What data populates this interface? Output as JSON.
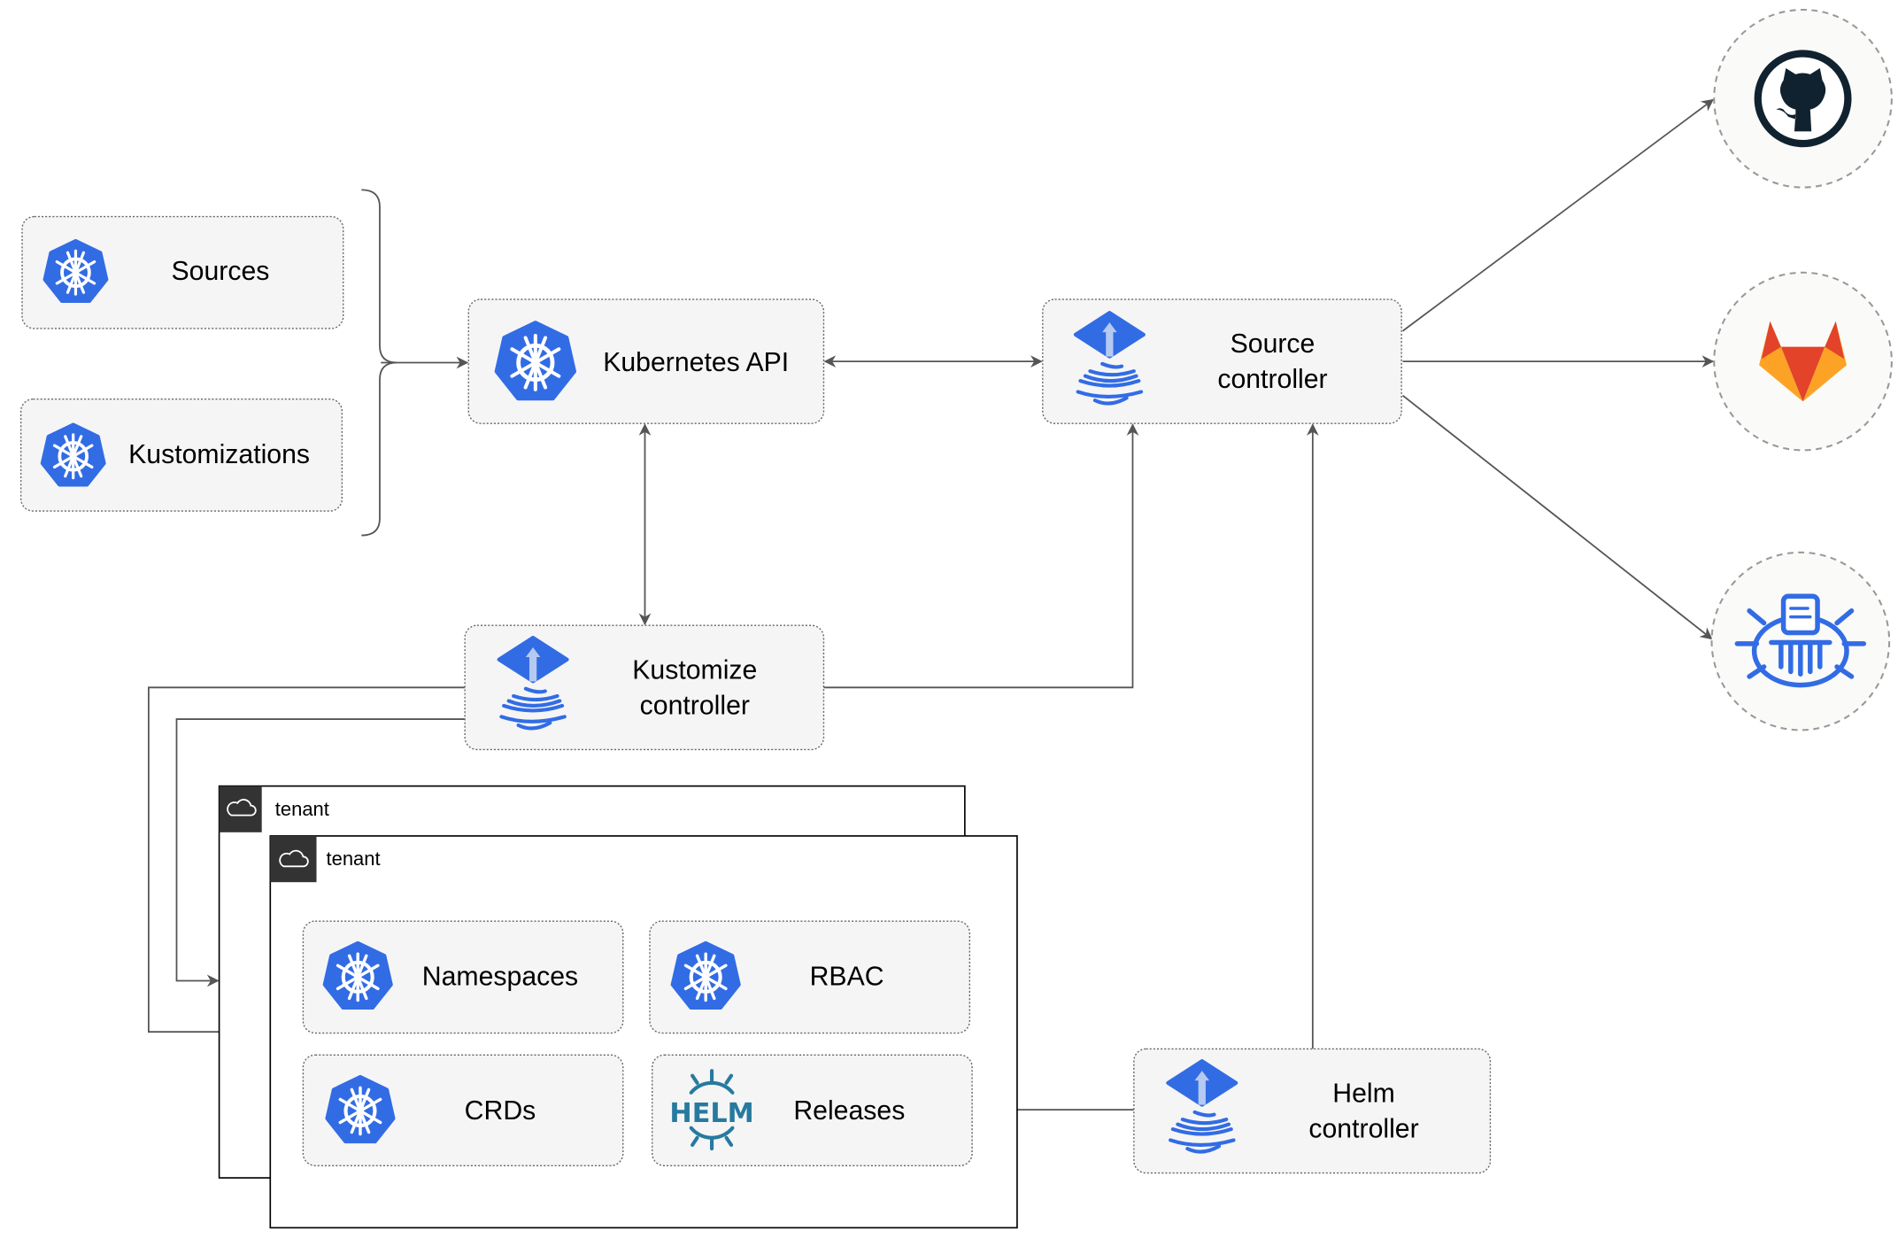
{
  "nodes": {
    "sources": "Sources",
    "kustomizations": "Kustomizations",
    "kubernetes_api": "Kubernetes API",
    "source_controller": [
      "Source",
      "controller"
    ],
    "kustomize_controller": [
      "Kustomize",
      "controller"
    ],
    "helm_controller": [
      "Helm",
      "controller"
    ],
    "namespaces": "Namespaces",
    "rbac": "RBAC",
    "crds": "CRDs",
    "releases": "Releases"
  },
  "tenants": [
    "tenant",
    "tenant"
  ],
  "helm_logo_text": "HELM",
  "external_sources": [
    "github-icon",
    "gitlab-icon",
    "bucket-icon"
  ],
  "colors": {
    "kubernetes_blue": "#326ce5",
    "github": "#10222f",
    "gitlab_orange": "#e24329",
    "gitlab_light": "#fca326",
    "helm": "#277a9f"
  }
}
